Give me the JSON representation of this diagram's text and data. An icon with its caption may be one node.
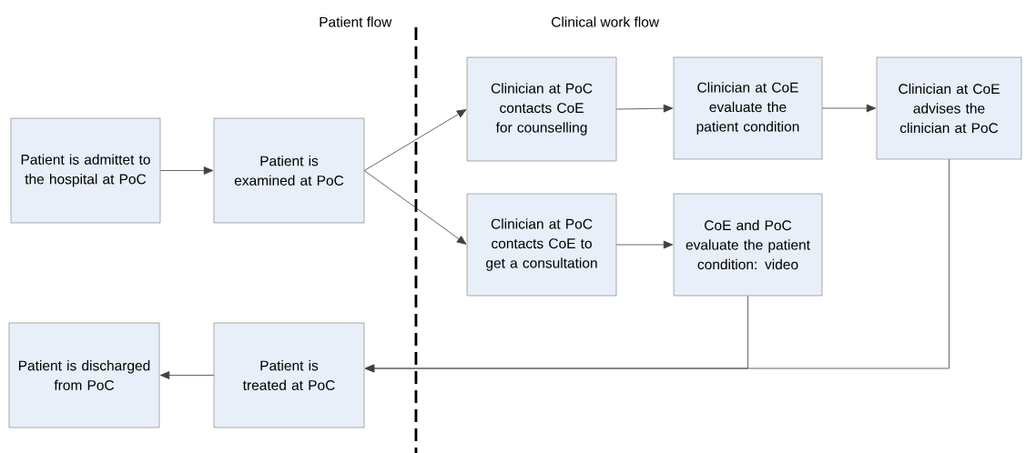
{
  "diagram": {
    "nodes": [
      {
        "text": [
          "Patient is admittet to the hospital at PoC"
        ]
      },
      {
        "text": [
          "Patient is examined at PoC"
        ]
      },
      {
        "text": [
          "Clinician at PoC contacts CoE for counselling"
        ]
      },
      {
        "text": [
          "Clinician at CoE evaluate the patient condition"
        ]
      },
      {
        "text": [
          "Clinician at CoE advises the clinician at PoC"
        ]
      },
      {
        "text": [
          "Clinician at PoC contacts CoE to get a consultation"
        ]
      },
      {
        "text": [
          "CoE and PoC evaluate the patient condition: video"
        ]
      },
      {
        "text": [
          "Patient is discharged from PoC"
        ]
      },
      {
        "text": [
          "Patient is treated at PoC"
        ]
      }
    ],
    "edges": [
      {
        "from": 0,
        "to": 1,
        "arrow": "to"
      },
      {
        "from": 1,
        "to": 2,
        "arrow": "to"
      },
      {
        "from": 1,
        "to": 5,
        "arrow": "to"
      },
      {
        "from": 2,
        "to": 3,
        "arrow": "to"
      },
      {
        "from": 3,
        "to": 4,
        "arrow": "to"
      },
      {
        "from": 5,
        "to": 6,
        "arrow": "to"
      },
      {
        "from": 6,
        "to": 8,
        "arrow": "to"
      },
      {
        "from": 4,
        "to": 8,
        "arrow": "to"
      },
      {
        "from": 8,
        "to": 7,
        "arrow": "to"
      }
    ],
    "labels": [
      "Patient flow",
      "Clinical work flow"
    ]
  }
}
